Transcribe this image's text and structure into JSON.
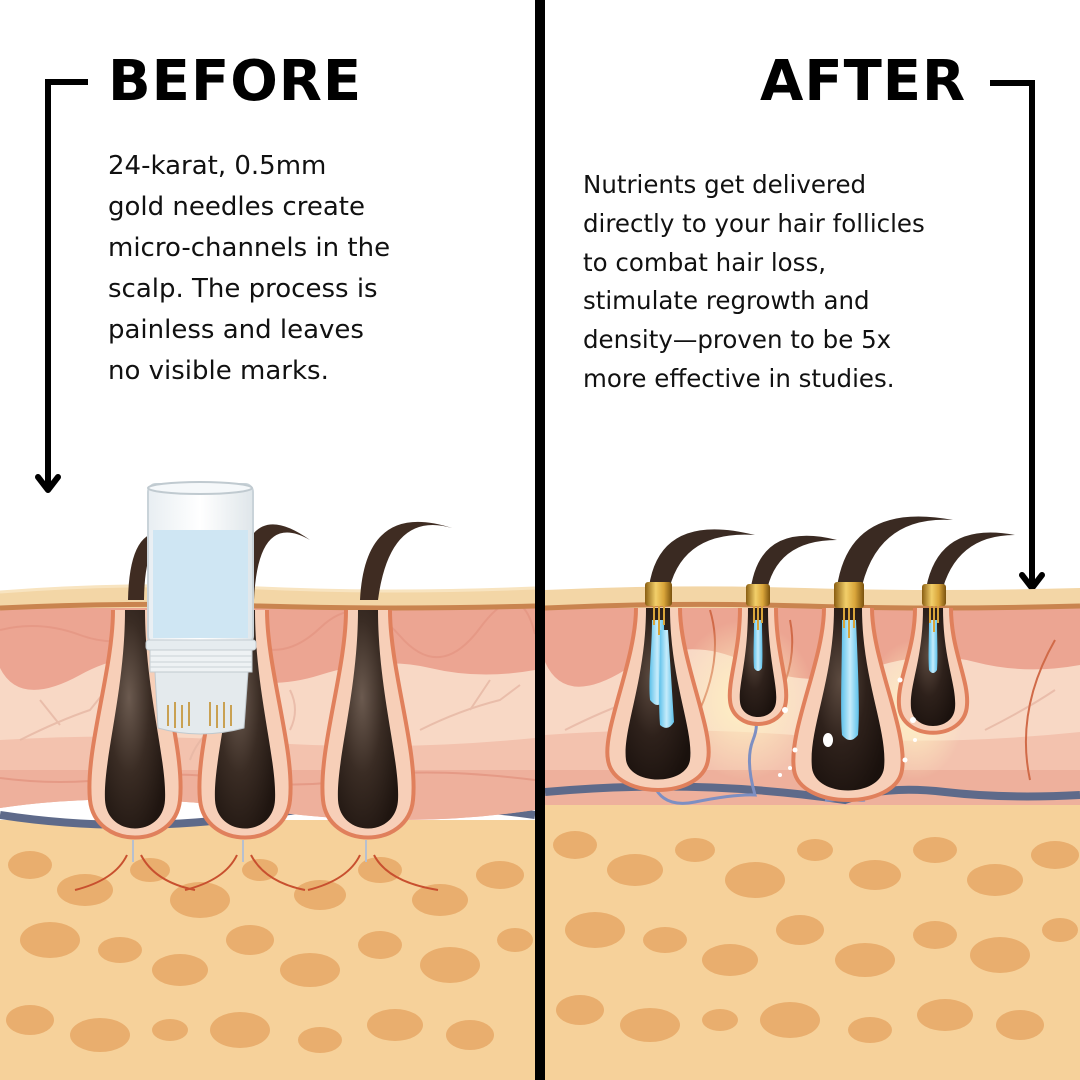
{
  "before": {
    "title": "BEFORE",
    "description_lines": [
      "24-karat, 0.5mm",
      "gold needles create",
      "micro-channels in the",
      "scalp. The process is",
      "painless and leaves",
      "no visible marks."
    ],
    "illustration": "hair-follicle-cross-section-with-microneedle-stamp-icon"
  },
  "after": {
    "title": "AFTER",
    "description_lines": [
      "Nutrients get delivered",
      "directly to your hair follicles",
      "to combat hair loss,",
      "stimulate regrowth and",
      "density—proven to be 5x",
      "more effective in studies."
    ],
    "illustration": "hair-follicle-cross-section-with-nutrient-delivery-icon"
  },
  "colors": {
    "background": "#ffffff",
    "text": "#000000",
    "divider": "#000000",
    "epidermis": "#f3d6a6",
    "dermis_top": "#e9a58f",
    "dermis": "#f8d5c2",
    "follicle_outline": "#e0805c",
    "hair": "#3a2a22",
    "nutrient_blue": "#8fd3ef",
    "gold": "#c9962a",
    "fat_layer": "#f6d19a",
    "fat_cells": "#e9ae6e",
    "vein": "#5e6a8a"
  }
}
